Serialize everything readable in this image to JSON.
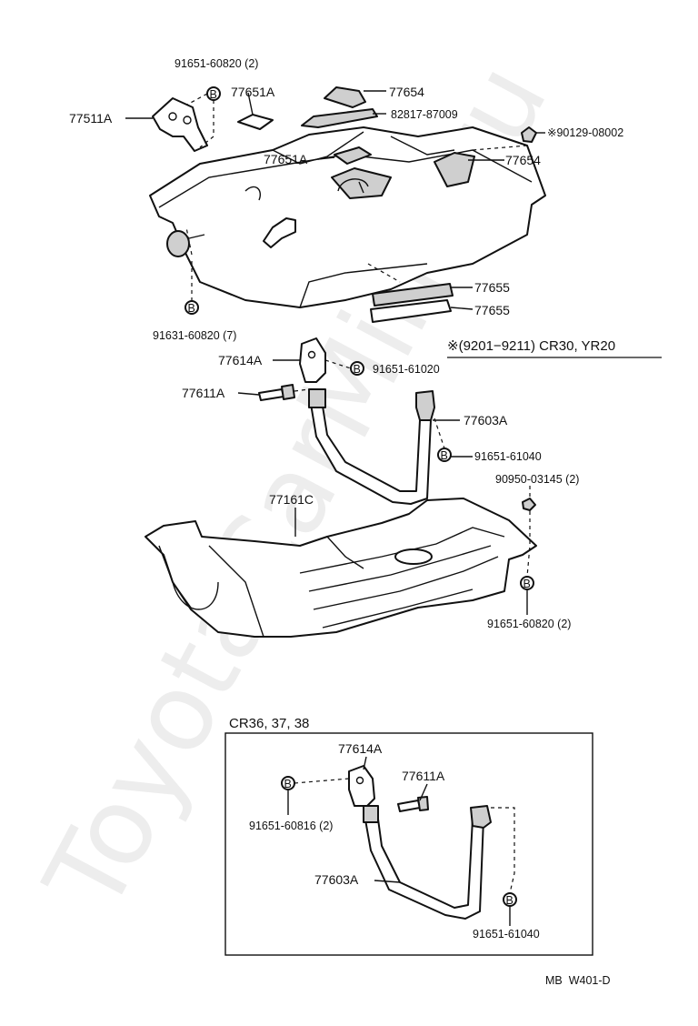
{
  "watermark": "ToyotaCarMine.ru",
  "bolt_symbol": "B",
  "note": "※(9201−9211) CR30, YR20",
  "inset_title": "CR36, 37, 38",
  "footer_code": "MB  W401-D",
  "parts": {
    "p_91651_60820_top": "91651-60820 (2)",
    "p_77651A_a": "77651A",
    "p_77654_a": "77654",
    "p_77511A": "77511A",
    "p_82817_87009": "82817-87009",
    "p_90129_08002": "※90129-08002",
    "p_77651A_b": "77651A",
    "p_77654_b": "77654",
    "p_77655_a": "77655",
    "p_77655_b": "77655",
    "p_91631_60820": "91631-60820 (7)",
    "p_77614A": "77614A",
    "p_91651_61020": "91651-61020",
    "p_77611A": "77611A",
    "p_77603A": "77603A",
    "p_91651_61040": "91651-61040",
    "p_90950_03145": "90950-03145 (2)",
    "p_77161C": "77161C",
    "p_91651_60820_low": "91651-60820 (2)"
  },
  "inset_parts": {
    "p_77614A": "77614A",
    "p_77611A": "77611A",
    "p_91651_60816": "91651-60816 (2)",
    "p_77603A": "77603A",
    "p_91651_61040": "91651-61040"
  }
}
